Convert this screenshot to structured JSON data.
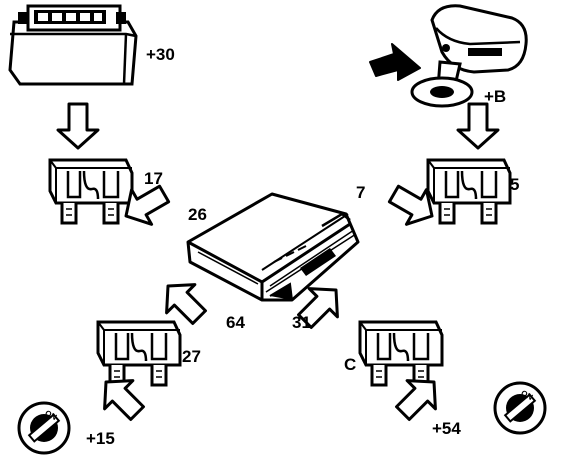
{
  "labels": {
    "battery_terminal": "+30",
    "fuse_battery": "17",
    "pin_battery": "26",
    "ignition_terminal": "+B",
    "fuse_ignition": "5",
    "pin_ignition": "7",
    "fuse_left_lower": "27",
    "pin_left_lower": "64",
    "left_switch_terminal": "+15",
    "fuse_right_lower": "C",
    "pin_right_lower": "31",
    "right_switch_terminal": "+54"
  },
  "switch_text": {
    "left_on": "ON",
    "right_on": "ON"
  },
  "colors": {
    "ink": "#000000",
    "paper": "#ffffff"
  }
}
